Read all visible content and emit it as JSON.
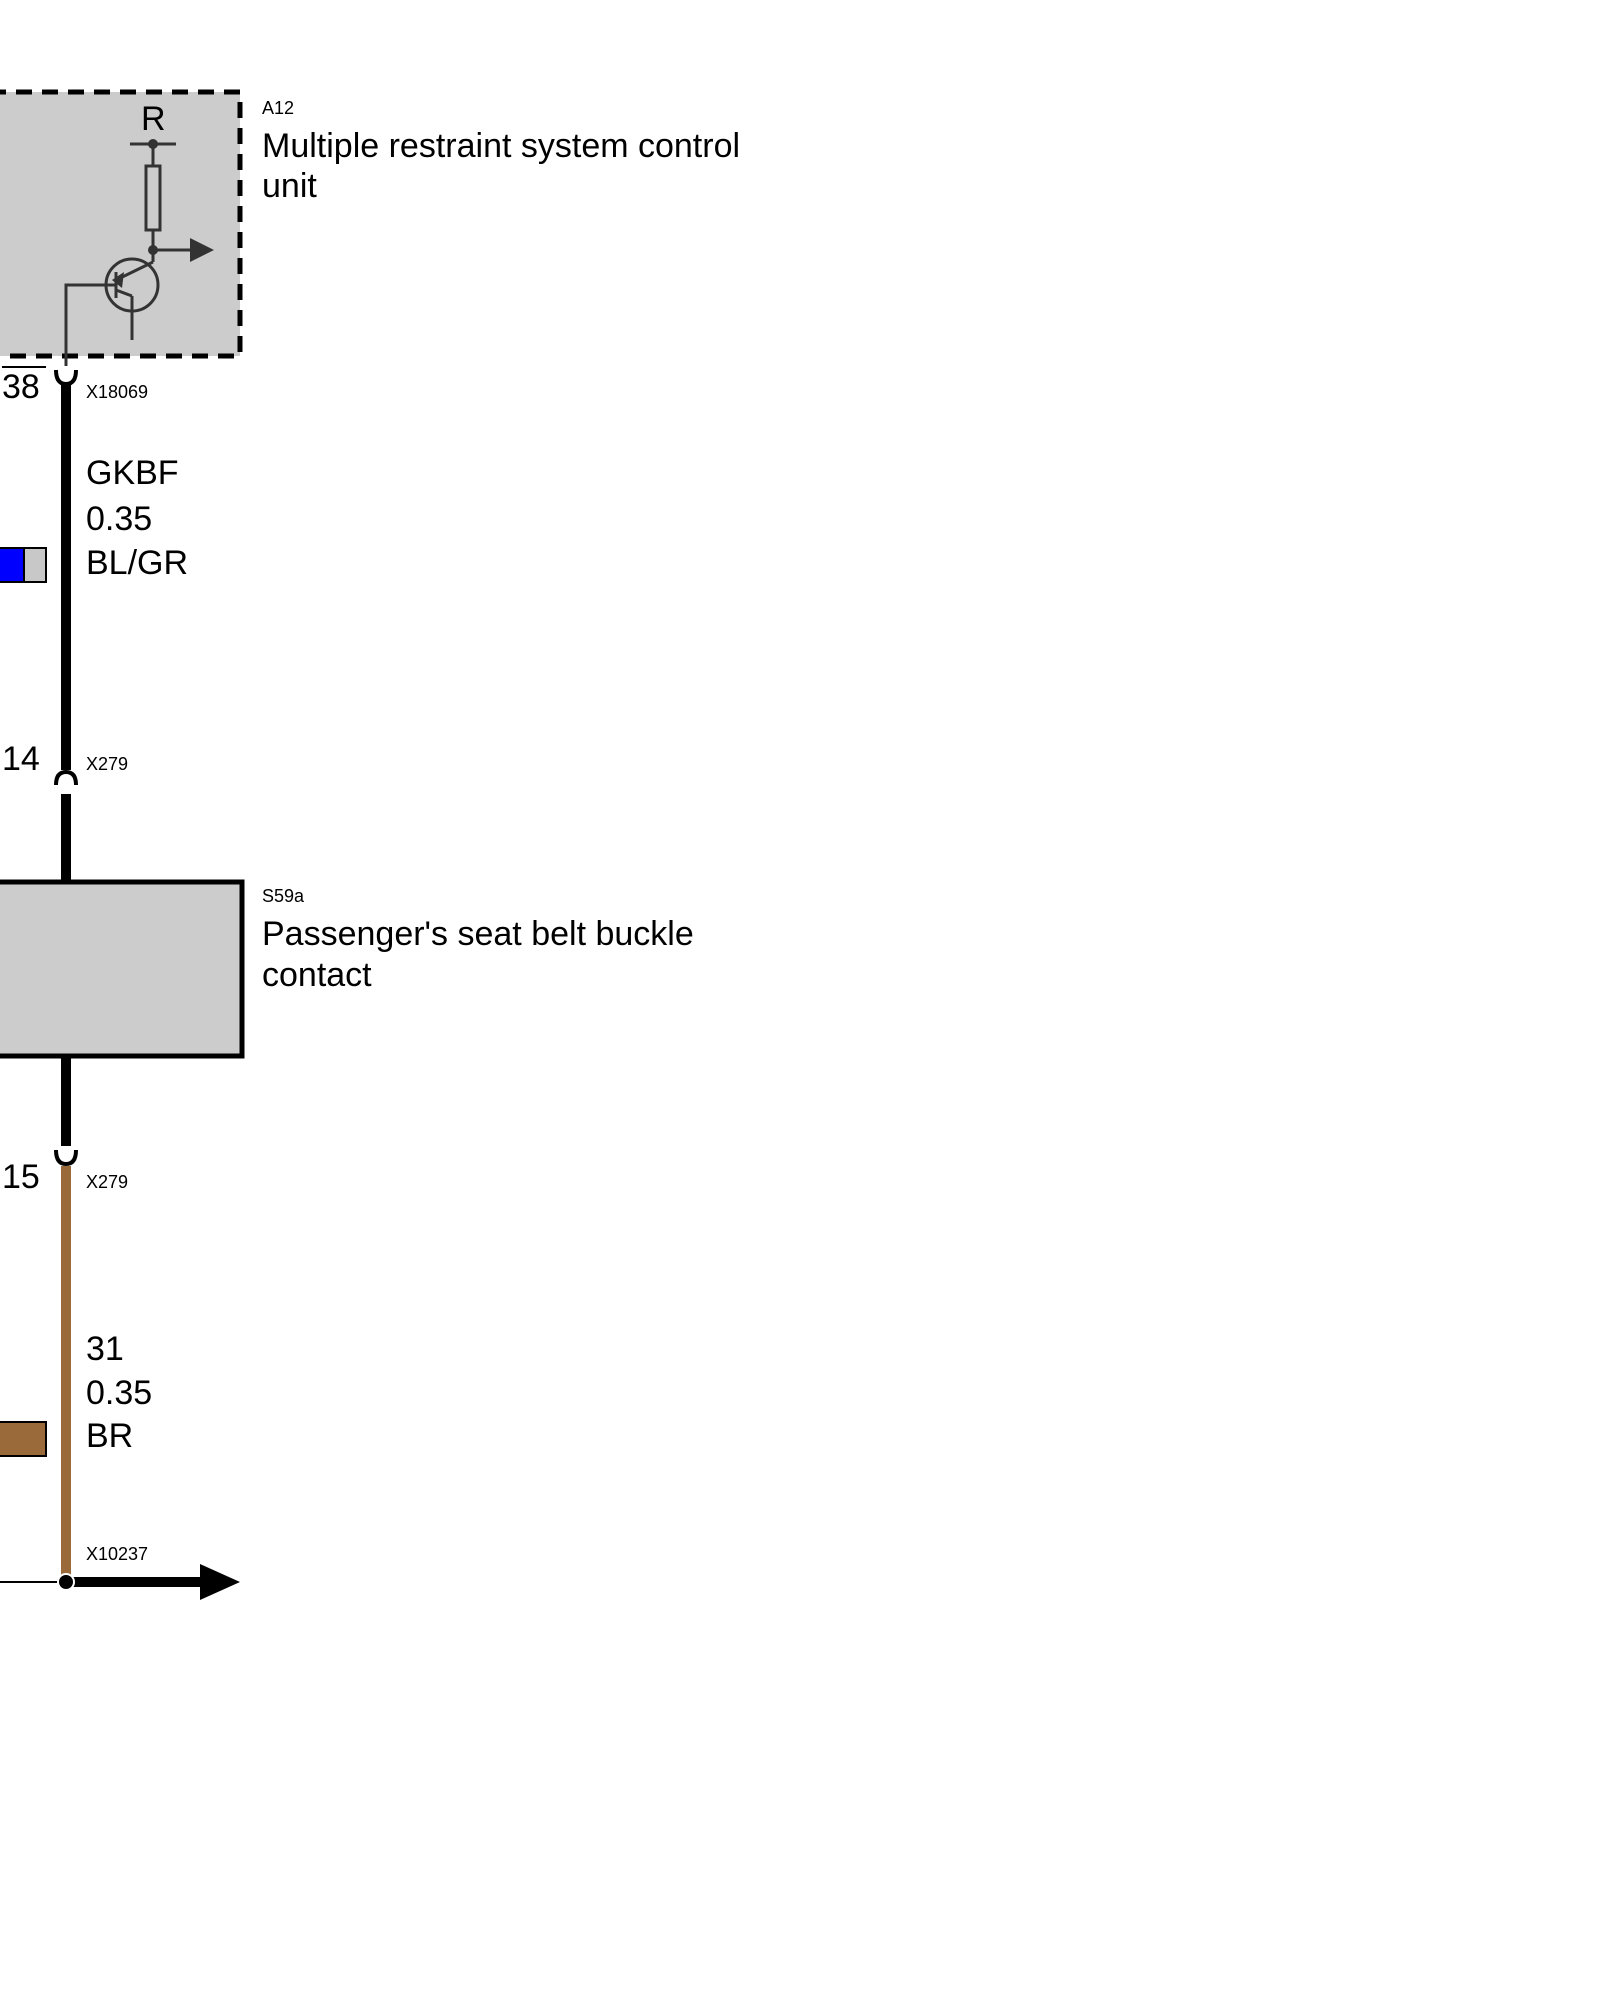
{
  "components": {
    "control_unit": {
      "id": "A12",
      "name_line1": "Multiple restraint system control",
      "name_line2": "unit",
      "resistor_label": "R"
    },
    "buckle_contact": {
      "id": "S59a",
      "name_line1": "Passenger's seat belt buckle",
      "name_line2": "contact"
    }
  },
  "connectors": {
    "top": {
      "pin": "38",
      "id": "X18069"
    },
    "mid": {
      "pin": "14",
      "id": "X279"
    },
    "low": {
      "pin": "15",
      "id": "X279"
    },
    "ground": {
      "id": "X10237"
    }
  },
  "wires": {
    "signal": {
      "name": "GKBF",
      "size": "0.35",
      "color_code": "BL/GR",
      "swatch": [
        "#0000ff",
        "#c8c8c8"
      ],
      "stroke": "#000000"
    },
    "ground": {
      "name": "31",
      "size": "0.35",
      "color_code": "BR",
      "swatch": [
        "#9a6a3a"
      ],
      "stroke": "#9a6a3a"
    }
  },
  "colors": {
    "component_fill": "#cccccc",
    "wire_black": "#000000",
    "wire_brown": "#9a6a3a"
  }
}
